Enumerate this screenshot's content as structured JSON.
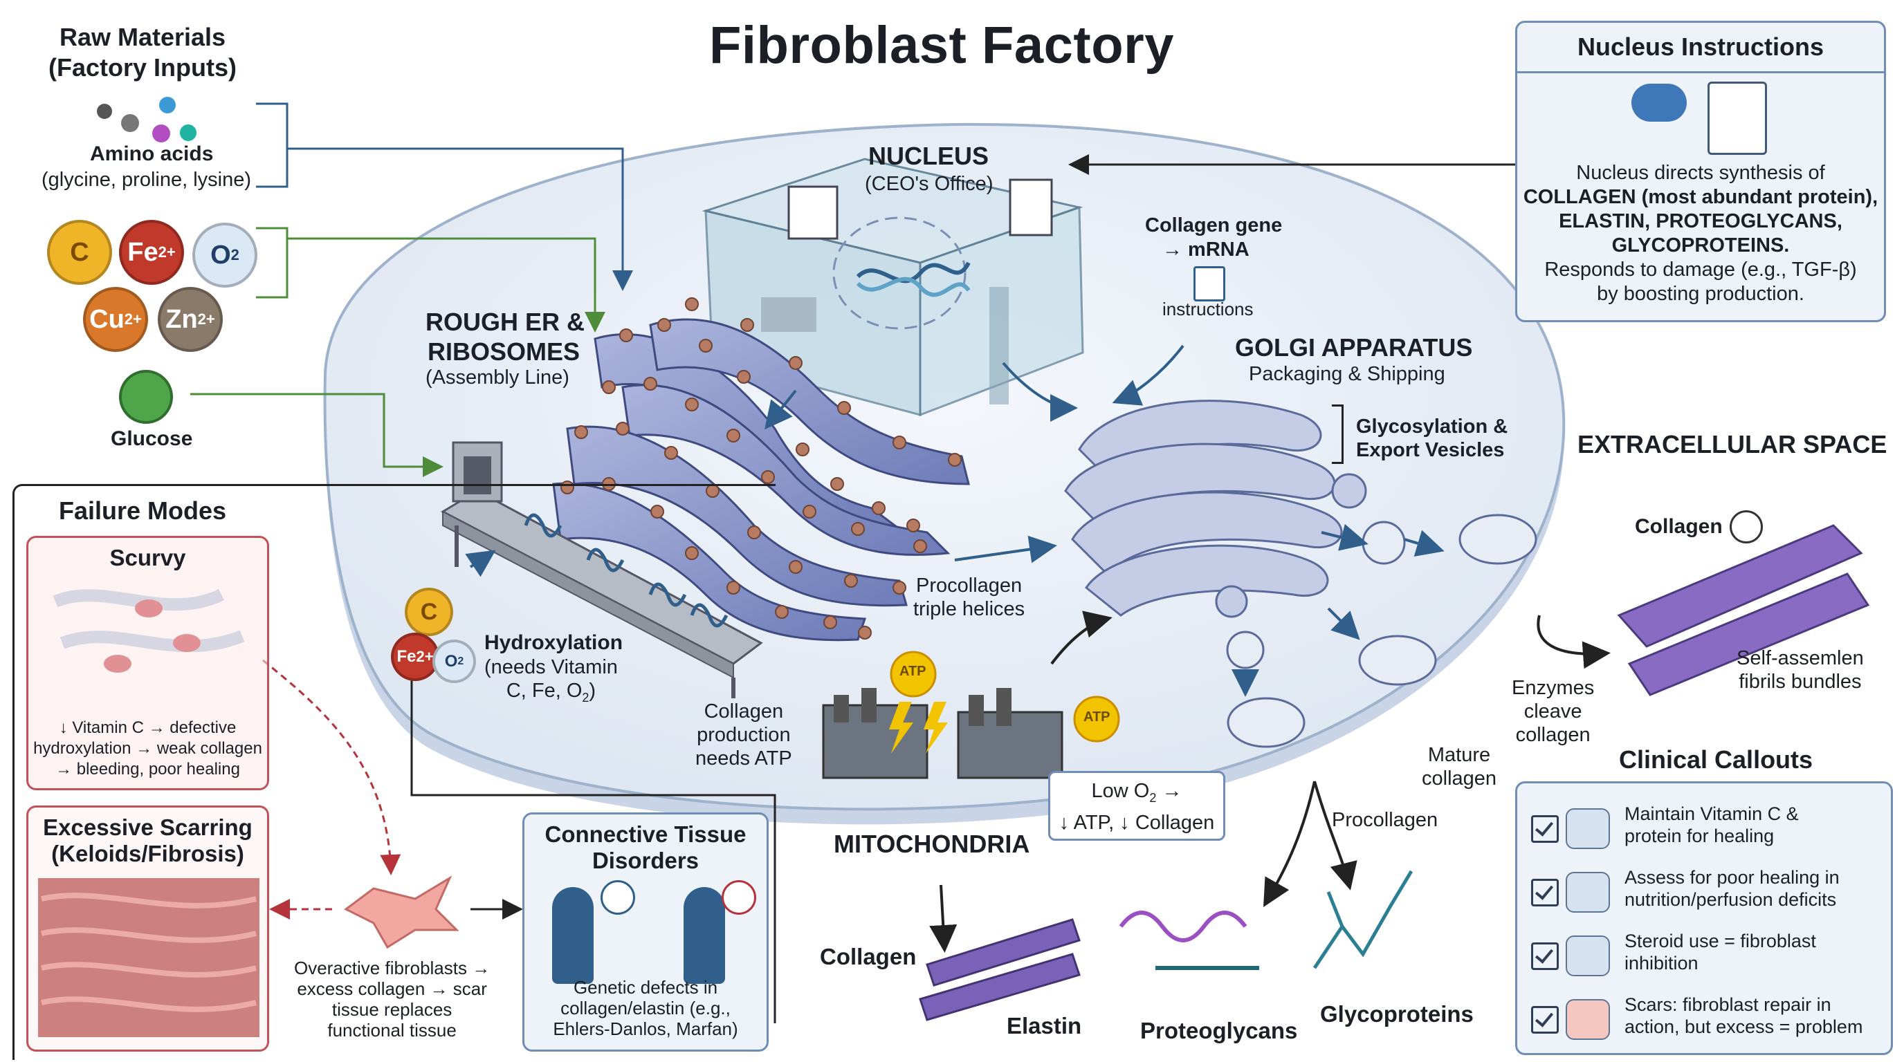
{
  "title": "Fibroblast Factory",
  "raw_materials": {
    "heading": "Raw Materials\n(Factory Inputs)",
    "amino_label": "Amino acids",
    "amino_detail": "(glycine, proline, lysine)",
    "ions": [
      {
        "symbol": "C",
        "sup": "",
        "color": "#f0b429"
      },
      {
        "symbol": "Fe",
        "sup": "2+",
        "color": "#c0392b"
      },
      {
        "symbol": "O",
        "sub": "2",
        "color": "#dbe9f7"
      },
      {
        "symbol": "Cu",
        "sup": "2+",
        "color": "#d9782a"
      },
      {
        "symbol": "Zn",
        "sup": "2+",
        "color": "#8a7a6a"
      }
    ],
    "glucose_label": "Glucose"
  },
  "nucleus_instructions": {
    "heading": "Nucleus Instructions",
    "lines": [
      "Nucleus directs synthesis of",
      "COLLAGEN (most abundant protein),",
      "ELASTIN, PROTEOGLYCANS,",
      "GLYCOPROTEINS.",
      "Responds to damage (e.g., TGF-β)",
      "by boosting production."
    ]
  },
  "cell": {
    "nucleus_title": "NUCLEUS",
    "nucleus_sub": "(CEO's Office)",
    "collagen_gene": "Collagen gene",
    "mrna": "→ mRNA",
    "instructions": "instructions",
    "rough_er_title1": "ROUGH ER &",
    "rough_er_title2": "RIBOSOMES",
    "rough_er_sub": "(Assembly Line)",
    "golgi_title": "GOLGI APPARATUS",
    "golgi_sub": "Packaging & Shipping",
    "glycosylation": "Glycosylation &\nExport Vesicles",
    "procollagen_helices": "Procollagen\ntriple helices",
    "hydroxylation_title": "Hydroxylation",
    "hydroxylation_sub": "(needs Vitamin\nC, Fe, O",
    "collagen_atp": "Collagen\nproduction\nneeds ATP",
    "atp": "ATP",
    "low_o2": "Low O",
    "low_o2_tail": " →\n↓ ATP, ↓ Collagen",
    "mitochondria": "MITOCHONDRIA",
    "procollagen": "Procollagen",
    "mature_collagen": "Mature\ncollagen",
    "enzymes": "Enzymes\ncleave\ncollagen"
  },
  "extracellular": {
    "title": "EXTRACELLULAR SPACE",
    "collagen": "Collagen",
    "self_assemble": "Self-assemlen\nfibrils bundles"
  },
  "products": {
    "collagen": "Collagen",
    "elastin": "Elastin",
    "proteoglycans": "Proteoglycans",
    "glycoproteins": "Glycoproteins"
  },
  "failure_modes": {
    "heading": "Failure Modes",
    "scurvy_title": "Scurvy",
    "scurvy_text": "↓ Vitamin C → defective\nhydroxylation → weak collagen\n→ bleeding, poor healing",
    "scarring_title": "Excessive Scarring\n(Keloids/Fibrosis)",
    "overactive_text": "Overactive fibroblasts →\nexcess collagen → scar\ntissue replaces\nfunctional tissue",
    "ctd_title": "Connective Tissue\nDisorders",
    "ctd_text": "Genetic defects in\ncollagen/elastin (e.g.,\nEhlers-Danlos, Marfan)"
  },
  "clinical": {
    "heading": "Clinical Callouts",
    "items": [
      "Maintain Vitamin C &\nprotein for healing",
      "Assess for poor healing in\nnutrition/perfusion deficits",
      "Steroid use = fibroblast\ninhibition",
      "Scars: fibroblast repair in\naction, but excess = problem"
    ]
  }
}
